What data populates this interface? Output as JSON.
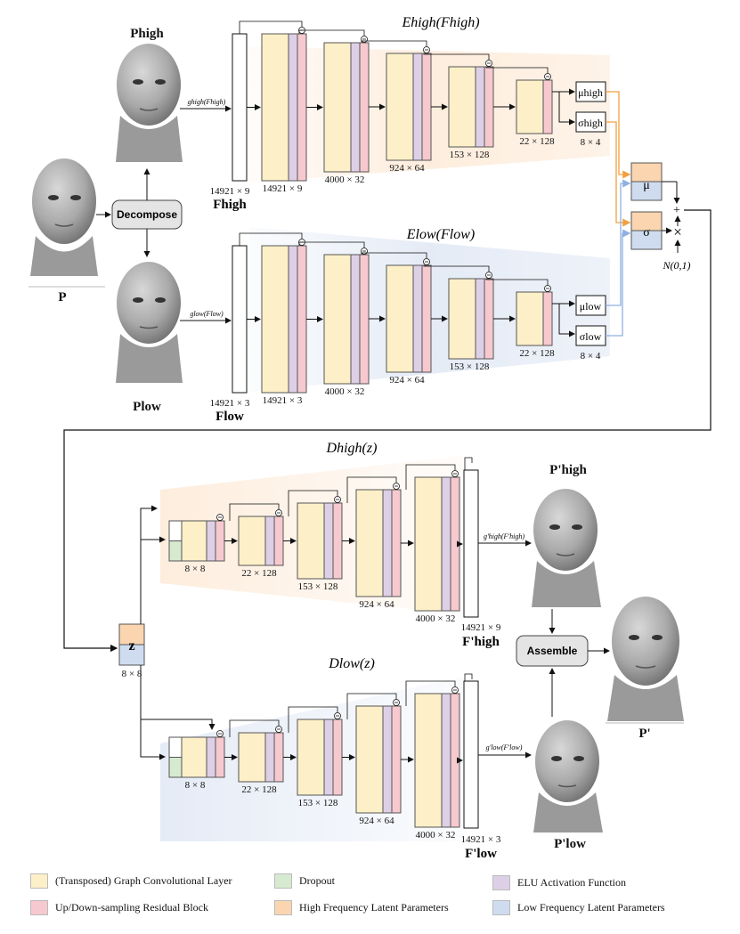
{
  "colors": {
    "gcn": "#fdf0c8",
    "dropout": "#d6ead0",
    "elu": "#ddd0e6",
    "resblock": "#f6c9cf",
    "high": "#fbd5b0",
    "low": "#cfdcf0",
    "high_band": "#fdebd9",
    "low_band": "#e2e9f5",
    "arrow_high": "#f0a040",
    "arrow_low": "#8fb0e0"
  },
  "faces": {
    "P": "P",
    "P_high": "Phigh",
    "P_low": "Plow",
    "P_prime": "P'",
    "P_prime_high": "P'high",
    "P_prime_low": "P'low"
  },
  "buttons": {
    "decompose": "Decompose",
    "assemble": "Assemble"
  },
  "encoders": {
    "high": {
      "title": "Ehigh(Fhigh)",
      "input_fn": "ghigh(Fhigh)",
      "input_dim": "14921 × 9",
      "input_name": "Fhigh",
      "layers": [
        "14921 × 9",
        "4000 × 32",
        "924 × 64",
        "153 × 128",
        "22 × 128"
      ],
      "mu": "μhigh",
      "sigma": "σhigh",
      "latent_dim": "8 × 4"
    },
    "low": {
      "title": "Elow(Flow)",
      "input_fn": "glow(Flow)",
      "input_dim": "14921 × 3",
      "input_name": "Flow",
      "layers": [
        "14921 × 3",
        "4000 × 32",
        "924 × 64",
        "153 × 128",
        "22 × 128"
      ],
      "mu": "μlow",
      "sigma": "σlow",
      "latent_dim": "8 × 4"
    }
  },
  "sampling": {
    "mu": "μ",
    "sigma": "σ",
    "plus": "+",
    "times": "×",
    "noise": "N(0,1)"
  },
  "latent": {
    "z": "z",
    "dim": "8 × 8"
  },
  "decoders": {
    "high": {
      "title": "Dhigh(z)",
      "layers": [
        "8 × 8",
        "22 × 128",
        "153 × 128",
        "924 × 64",
        "4000 × 32"
      ],
      "output_fn": "g'high(F'high)",
      "output_dim": "14921 × 9",
      "output_name": "F'high"
    },
    "low": {
      "title": "Dlow(z)",
      "layers": [
        "8 × 8",
        "22 × 128",
        "153 × 128",
        "924 × 64",
        "4000 × 32"
      ],
      "output_fn": "g'low(F'low)",
      "output_dim": "14921 × 3",
      "output_name": "F'low"
    }
  },
  "legend": {
    "gcn": "(Transposed) Graph Convolutional Layer",
    "dropout": "Dropout",
    "elu": "ELU Activation Function",
    "resblock": "Up/Down-sampling Residual Block",
    "high": "High Frequency Latent Parameters",
    "low": "Low Frequency Latent Parameters"
  }
}
